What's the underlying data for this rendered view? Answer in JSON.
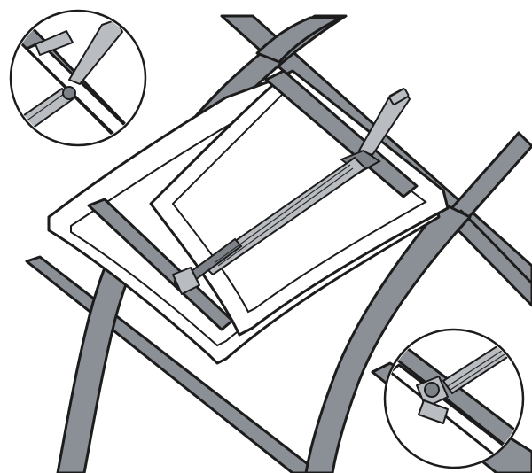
{
  "illustration": {
    "main_view": "automatic-greenhouse-roof-vent-opener",
    "details": [
      "top-bracket-detail",
      "bottom-bracket-detail"
    ],
    "colors": {
      "frame": "#8b9096",
      "frame_dark": "#6f747a",
      "sash": "#ffffff",
      "metal": "#b9bdc2",
      "outline": "#1c1c1c"
    },
    "icons": [
      "gas-spring-cylinder",
      "hinge-bracket",
      "mounting-bracket"
    ]
  }
}
